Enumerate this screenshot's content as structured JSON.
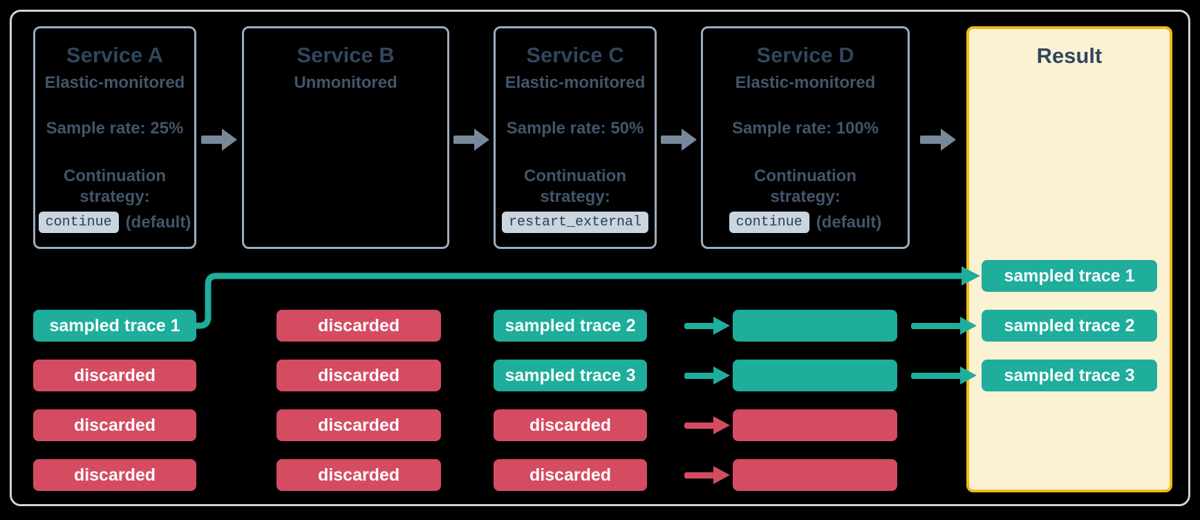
{
  "colors": {
    "teal": "#1FAD9C",
    "red": "#D54C62",
    "outer_border": "#C8D5E0",
    "box_border": "#9DAEC0",
    "result_border": "#F2B918",
    "result_bg": "#FBF2D4",
    "title_text": "#32465C",
    "body_text": "#42566C",
    "chip_bg": "#C9D5DF",
    "chip_text": "#2A3E52",
    "arrow_gray": "#78899B",
    "bar_text": "#FFFFFF"
  },
  "services": [
    {
      "title": "Service A",
      "subtitle": "Elastic-monitored",
      "sample_rate": "Sample rate: 25%",
      "strategy_label": "Continuation strategy:",
      "strategy_code": "continue",
      "strategy_suffix": "(default)"
    },
    {
      "title": "Service B",
      "subtitle": "Unmonitored"
    },
    {
      "title": "Service C",
      "subtitle": "Elastic-monitored",
      "sample_rate": "Sample rate: 50%",
      "strategy_label": "Continuation strategy:",
      "strategy_code": "restart_external",
      "strategy_suffix": ""
    },
    {
      "title": "Service D",
      "subtitle": "Elastic-monitored",
      "sample_rate": "Sample rate: 100%",
      "strategy_label": "Continuation strategy:",
      "strategy_code": "continue",
      "strategy_suffix": "(default)"
    }
  ],
  "trace_columns": [
    {
      "service": "Service A",
      "bars": [
        {
          "label": "sampled trace 1",
          "type": "sampled",
          "connector_to_result": true
        },
        {
          "label": "discarded",
          "type": "discarded"
        },
        {
          "label": "discarded",
          "type": "discarded"
        },
        {
          "label": "discarded",
          "type": "discarded"
        }
      ]
    },
    {
      "service": "Service B",
      "bars": [
        {
          "label": "discarded",
          "type": "discarded"
        },
        {
          "label": "discarded",
          "type": "discarded"
        },
        {
          "label": "discarded",
          "type": "discarded"
        },
        {
          "label": "discarded",
          "type": "discarded"
        }
      ]
    },
    {
      "service": "Service C",
      "bars": [
        {
          "label": "sampled trace 2",
          "type": "sampled",
          "arrow_to_next": true
        },
        {
          "label": "sampled trace 3",
          "type": "sampled",
          "arrow_to_next": true
        },
        {
          "label": "discarded",
          "type": "discarded",
          "arrow_to_next": true
        },
        {
          "label": "discarded",
          "type": "discarded",
          "arrow_to_next": true
        }
      ]
    },
    {
      "service": "Service D",
      "bars": [
        {
          "label": "",
          "type": "sampled",
          "arrow_to_next": true
        },
        {
          "label": "",
          "type": "sampled",
          "arrow_to_next": true
        },
        {
          "label": "",
          "type": "discarded"
        },
        {
          "label": "",
          "type": "discarded"
        }
      ]
    }
  ],
  "result": {
    "title": "Result",
    "bars": [
      {
        "label": "sampled trace 1",
        "type": "sampled"
      },
      {
        "label": "sampled trace 2",
        "type": "sampled"
      },
      {
        "label": "sampled trace 3",
        "type": "sampled"
      }
    ]
  }
}
